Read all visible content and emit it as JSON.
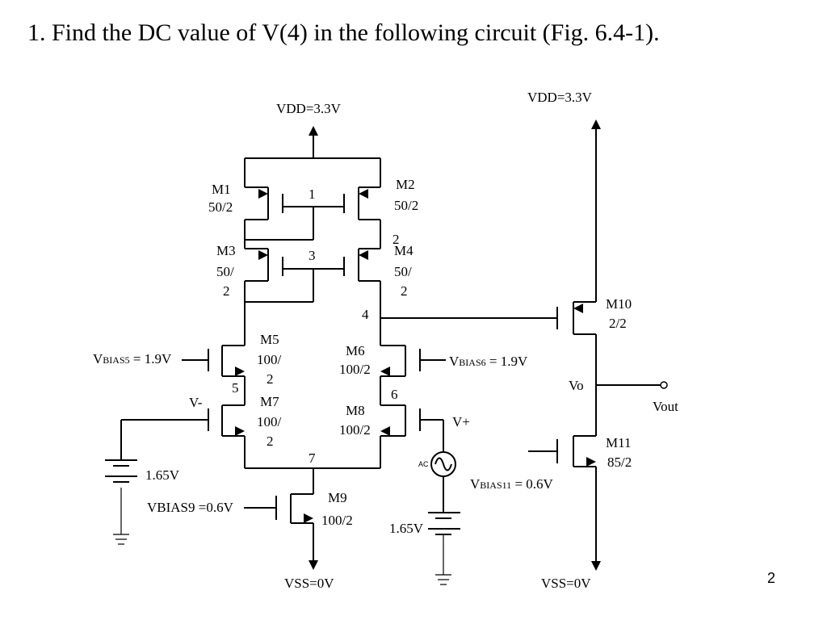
{
  "slide": {
    "title": "1. Find the DC value of V(4) in the following circuit (Fig. 6.4-1).",
    "page_number": "2"
  },
  "circuit": {
    "vdd_left": "VDD=3.3V",
    "vdd_right": "VDD=3.3V",
    "vss_left": "VSS=0V",
    "vss_right": "VSS=0V",
    "m1": {
      "name": "M1",
      "size": "50/2"
    },
    "m2": {
      "name": "M2",
      "size": "50/2"
    },
    "m3": {
      "name": "M3",
      "size_a": "50/",
      "size_b": "2"
    },
    "m4": {
      "name": "M4",
      "size_a": "50/",
      "size_b": "2"
    },
    "m5": {
      "name": "M5",
      "size_a": "100/",
      "size_b": "2"
    },
    "m6": {
      "name": "M6",
      "size": "100/2"
    },
    "m7": {
      "name": "M7",
      "size_a": "100/",
      "size_b": "2"
    },
    "m8": {
      "name": "M8",
      "size": "100/2"
    },
    "m9": {
      "name": "M9",
      "size": "100/2"
    },
    "m10": {
      "name": "M10",
      "size": "2/2"
    },
    "m11": {
      "name": "M11",
      "size": "85/2"
    },
    "nodes": {
      "n1": "1",
      "n2": "2",
      "n3": "3",
      "n4": "4",
      "n5": "5",
      "n6": "6",
      "n7": "7"
    },
    "vbias5": {
      "prefix": "V",
      "sub": "BIAS5",
      "value": " = 1.9V"
    },
    "vbias6": {
      "prefix": "V",
      "sub": "BIAS6",
      "value": " = 1.9V"
    },
    "vbias11": {
      "prefix": "V",
      "sub": "BIAS11",
      "value": " = 0.6V"
    },
    "vbias9": "VBIAS9 =0.6V",
    "v_minus": "V-",
    "v_plus": "V+",
    "vo": "Vo",
    "vout": "Vout",
    "source_left": "1.65V",
    "source_right": "1.65V",
    "ac_label": "AC"
  }
}
